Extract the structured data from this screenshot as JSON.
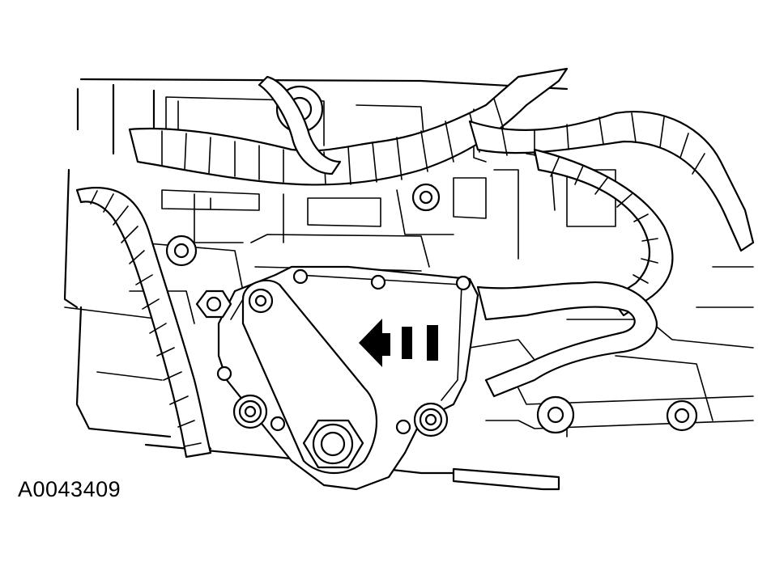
{
  "figure": {
    "id_label": "A0043409",
    "colors": {
      "ink": "#000000",
      "paper": "#ffffff"
    },
    "parts": [
      "transmission-case",
      "wiring-harness",
      "range-sensor",
      "shift-lever",
      "mounting-bolts",
      "direction-arrow"
    ]
  }
}
